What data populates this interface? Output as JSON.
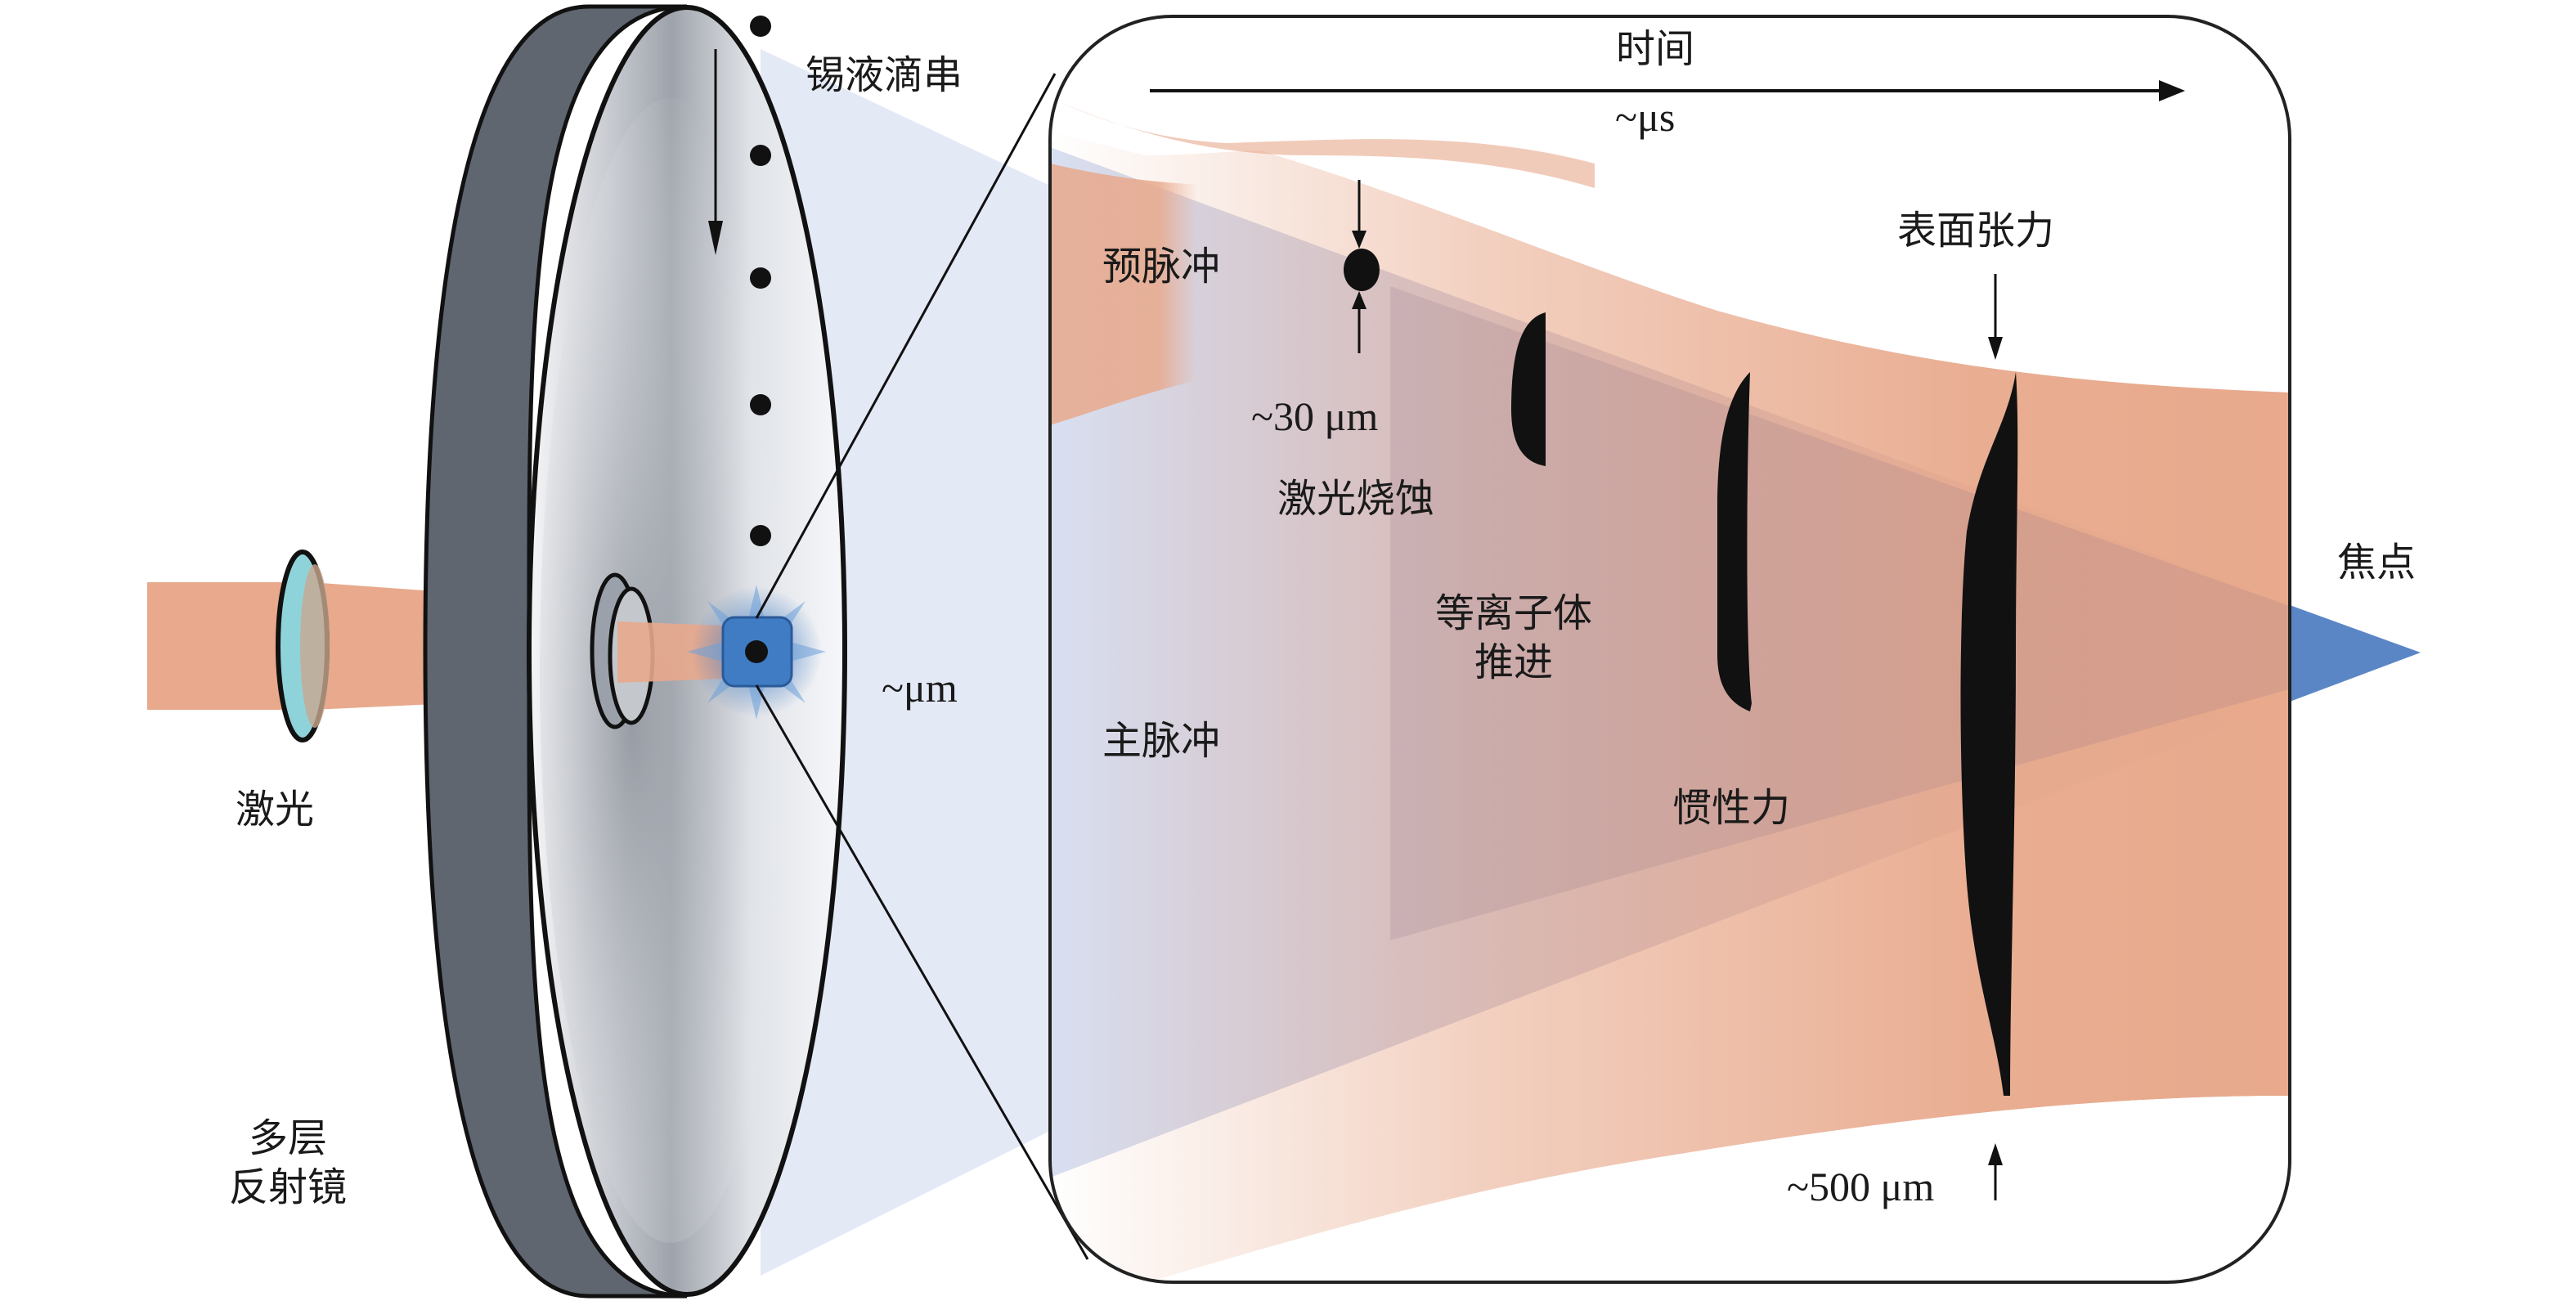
{
  "labels": {
    "tin_droplet_stream": "锡液滴串",
    "time": "时间",
    "time_scale": "~μs",
    "pre_pulse": "预脉冲",
    "droplet_size": "~30 μm",
    "laser_ablation": "激光烧蚀",
    "plasma_propulsion_line1": "等离子体",
    "plasma_propulsion_line2": "推进",
    "main_pulse": "主脉冲",
    "inertial_force": "惯性力",
    "surface_tension": "表面张力",
    "target_size": "~500 μm",
    "focus": "焦点",
    "laser": "激光",
    "mirror_line1": "多层",
    "mirror_line2": "反射镜",
    "length_scale": "~μm"
  },
  "colors": {
    "laser_beam": "#E8A98C",
    "main_pulse_cone": "#BFC8E6",
    "focus_blue": "#5B86C6",
    "mirror_rim": "#5F6670",
    "mirror_face": "#E6E8EC",
    "lens": "#8FD3DA",
    "droplet": "#111111",
    "plasma_glow": "#3F7CC4"
  }
}
